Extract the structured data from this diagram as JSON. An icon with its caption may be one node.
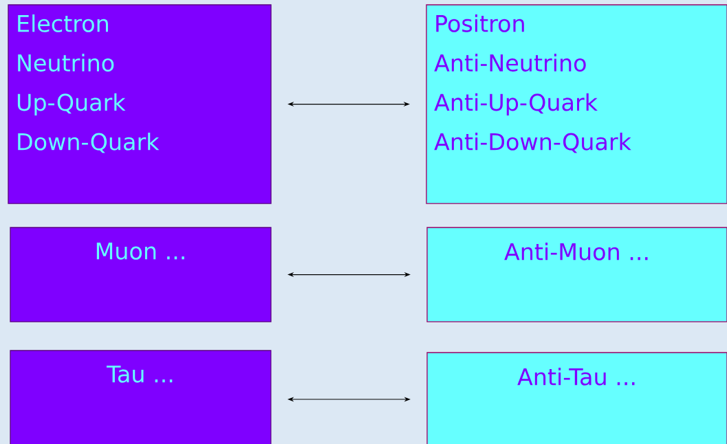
{
  "diagram": {
    "nodes": [
      {
        "text": [
          "Electron",
          "Neutrino",
          "Up-Quark",
          "Down-Quark"
        ]
      },
      {
        "text": [
          "Positron",
          "Anti-Neutrino",
          "Anti-Up-Quark",
          "Anti-Down-Quark"
        ]
      },
      {
        "text": [
          "Muon ..."
        ]
      },
      {
        "text": [
          "Anti-Muon ..."
        ]
      },
      {
        "text": [
          "Tau ..."
        ]
      },
      {
        "text": [
          "Anti-Tau ..."
        ]
      }
    ],
    "edges": [
      {
        "from": 0,
        "to": 1,
        "arrow": "both"
      },
      {
        "from": 2,
        "to": 3,
        "arrow": "both"
      },
      {
        "from": 4,
        "to": 5,
        "arrow": "both"
      }
    ]
  }
}
